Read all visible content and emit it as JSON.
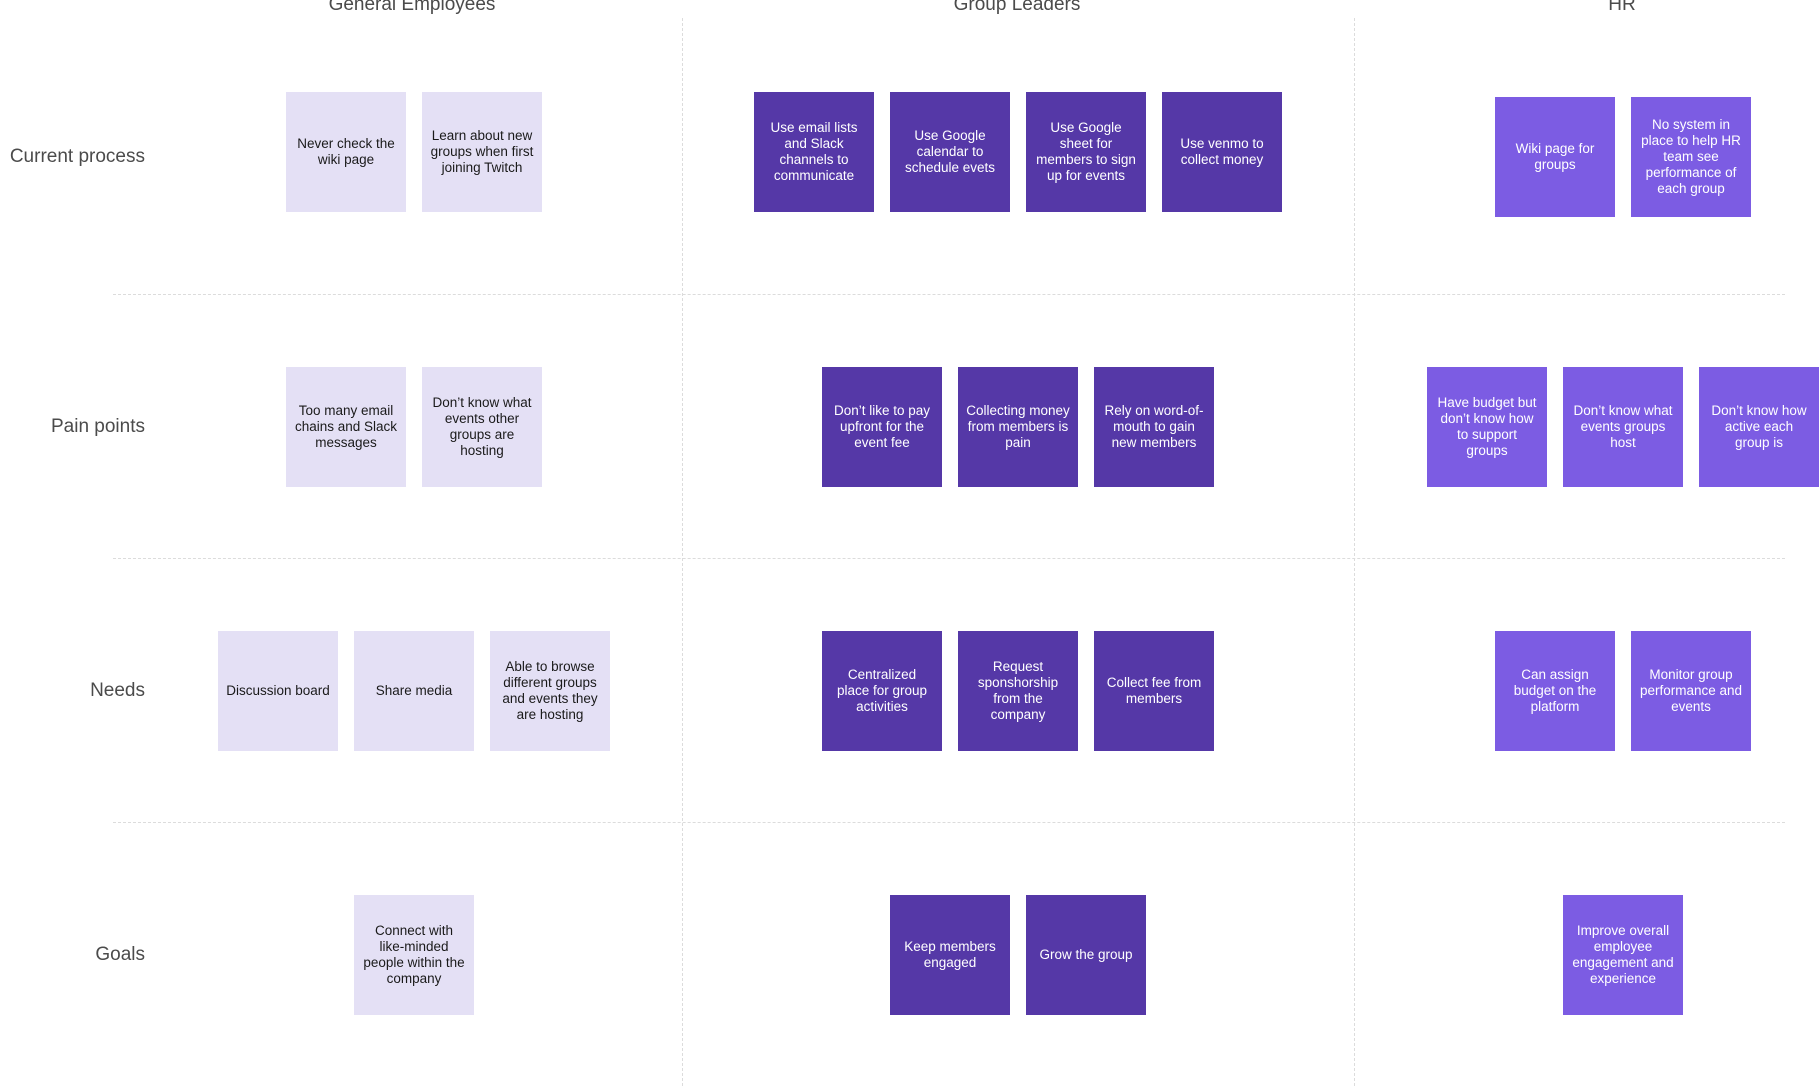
{
  "columns": {
    "general_employees": "General Employees",
    "group_leaders": "Group Leaders",
    "hr": "HR"
  },
  "rows": {
    "current_process": "Current process",
    "pain_points": "Pain points",
    "needs": "Needs",
    "goals": "Goals"
  },
  "colors": {
    "employee_note": "#e4e0f5",
    "leader_note": "#5538a7",
    "hr_note": "#7c5ce3"
  },
  "notes": {
    "ge_current": [
      "Never check the wiki page",
      "Learn about new groups when first joining Twitch"
    ],
    "gl_current": [
      "Use email lists and Slack channels to communicate",
      "Use Google calendar to schedule evets",
      "Use Google sheet for members to sign up for events",
      "Use venmo to collect money"
    ],
    "hr_current": [
      "Wiki page for groups",
      "No system in place to help HR team see performance of each group"
    ],
    "ge_pain": [
      "Too many email chains and Slack messages",
      "Don’t know what events other groups are hosting"
    ],
    "gl_pain": [
      "Don’t like to pay upfront for the event fee",
      "Collecting money from members is pain",
      "Rely on word-of-mouth to gain new members"
    ],
    "hr_pain": [
      "Have budget but don’t know how to support groups",
      "Don’t know what events groups host",
      "Don’t know how active each group is"
    ],
    "ge_needs": [
      "Discussion board",
      "Share media",
      "Able to browse different groups and events they are hosting"
    ],
    "gl_needs": [
      "Centralized place for group activities",
      "Request sponshorship from the company",
      "Collect fee from members"
    ],
    "hr_needs": [
      "Can assign budget on the platform",
      "Monitor group performance and events"
    ],
    "ge_goals": [
      "Connect with like-minded people within the company"
    ],
    "gl_goals": [
      "Keep members engaged",
      "Grow the group"
    ],
    "hr_goals": [
      "Improve overall employee engagement and experience"
    ]
  }
}
